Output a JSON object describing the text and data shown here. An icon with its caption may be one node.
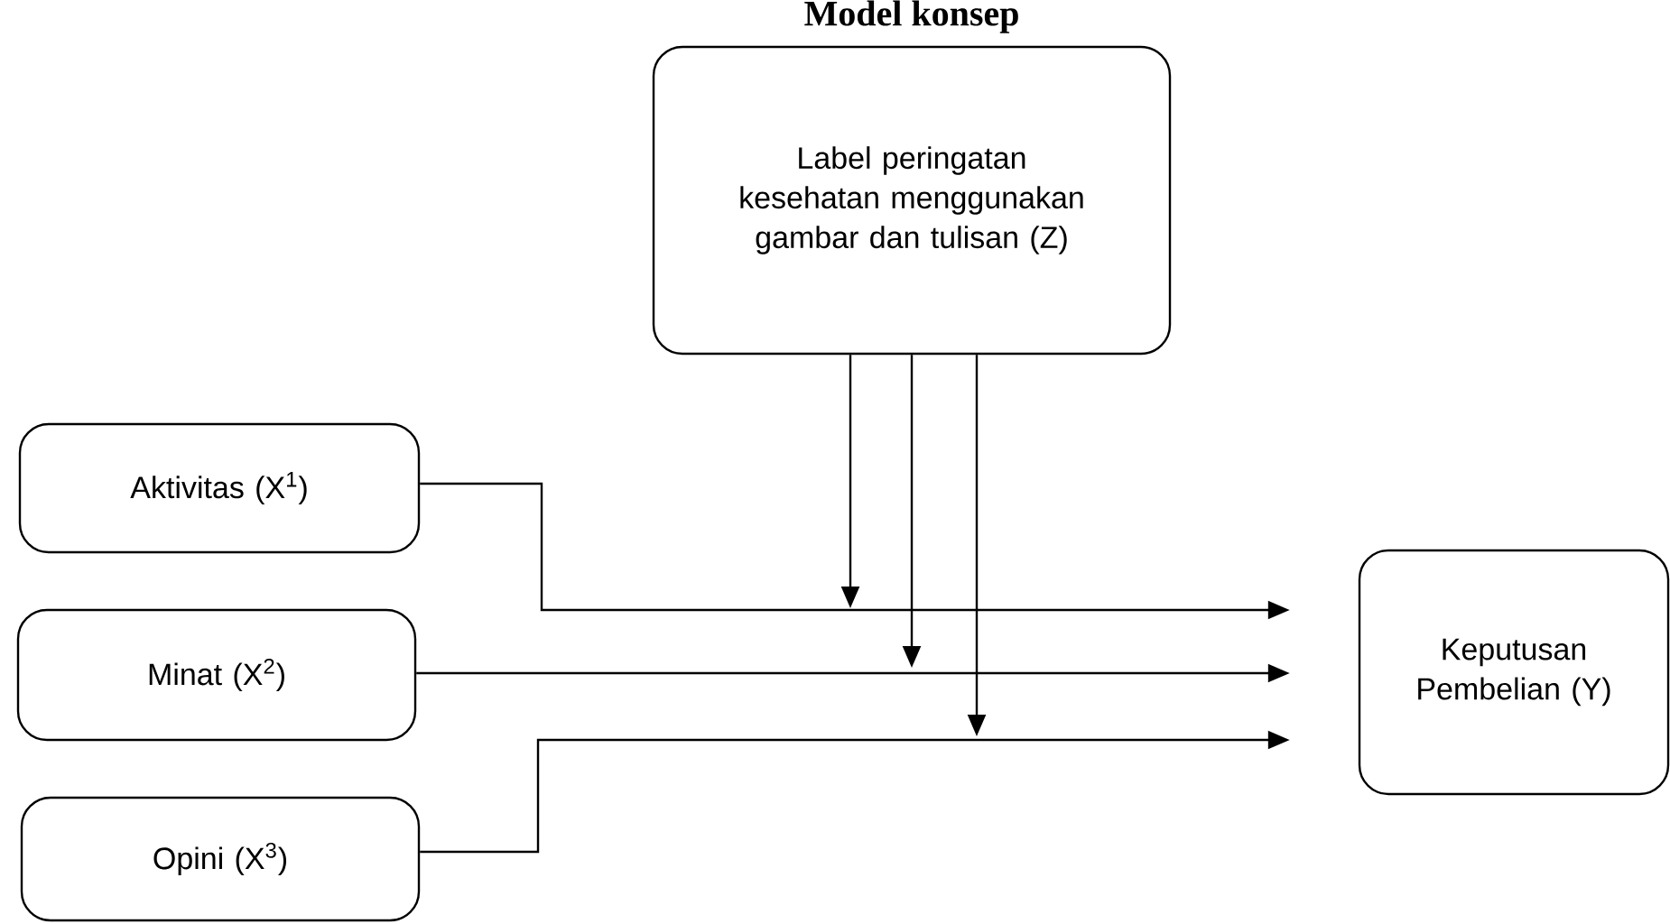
{
  "diagram": {
    "title": "Model konsep",
    "nodes": [
      {
        "text": [
          "Label peringatan kesehatan menggunakan gambar dan tulisan (Z)"
        ]
      },
      {
        "text": [
          "Aktivitas (X$^{1}$)"
        ]
      },
      {
        "text": [
          "Minat (X$^{2}$)"
        ]
      },
      {
        "text": [
          "Opini (X$^{3}$)"
        ]
      },
      {
        "text": [
          "Keputusan Pembelian (Y)"
        ]
      }
    ],
    "edges": [
      {
        "from": 1,
        "to": 4,
        "arrow": "to"
      },
      {
        "from": 2,
        "to": 4,
        "arrow": "to"
      },
      {
        "from": 3,
        "to": 4,
        "arrow": "to"
      },
      {
        "from": 0,
        "to": null,
        "arrow": "to"
      },
      {
        "from": 0,
        "to": null,
        "arrow": "to"
      },
      {
        "from": 0,
        "to": null,
        "arrow": "to"
      }
    ]
  }
}
